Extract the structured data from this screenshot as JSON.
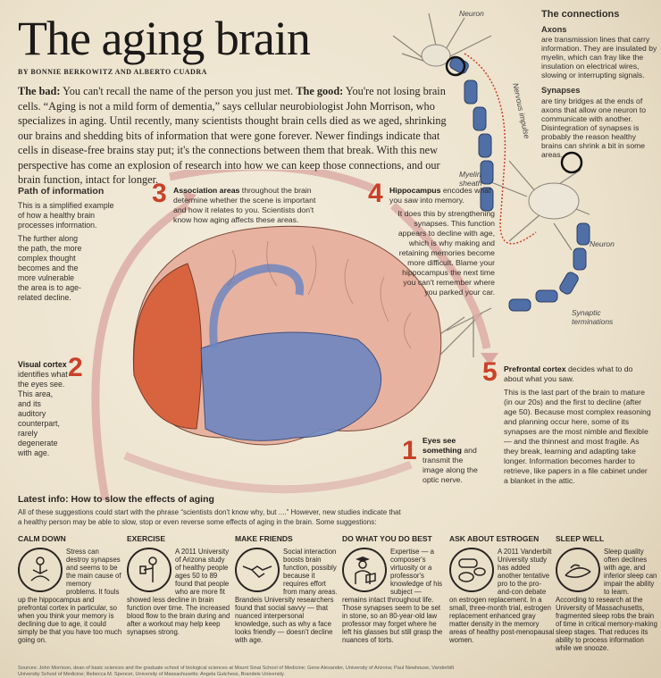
{
  "title": "The aging brain",
  "byline": "By Bonnie Berkowitz and Alberto Cuadra",
  "intro": {
    "bad_label": "The bad:",
    "bad_text": " You can't recall the name of the person you just met. ",
    "good_label": "The good:",
    "good_text": " You're not losing brain cells. “Aging is not a mild form of dementia,” says cellular neurobiologist John Morrison, who specializes in aging. Until recently, many scientists thought brain cells died as we aged, shrinking our brains and shedding bits of information that were gone forever. Newer findings indicate that cells in disease-free brains stay put; it's the connections between them that break. With this new perspective has come an explosion of research into how we can keep those connections, and our brain function, intact for longer."
  },
  "neuron": {
    "label_neuron_top": "Neuron",
    "label_myelin": "Myelin sheath",
    "label_impulse": "Nervous impulse",
    "label_neuron_bottom": "Neuron",
    "label_terminations": "Synaptic terminations"
  },
  "connections": {
    "title": "The connections",
    "axons_title": "Axons",
    "axons_text": "are transmission lines that carry information. They are insulated by myelin, which can fray like the insulation on electrical wires, slowing or interrupting signals.",
    "synapses_title": "Synapses",
    "synapses_text": "are tiny bridges at the ends of axons that allow one neuron to communicate with another. Disintegration of synapses is probably the reason healthy brains can shrink a bit in some areas."
  },
  "path": {
    "title": "Path of information",
    "p1": "This is a simplified example of how a healthy brain processes information.",
    "p2": "The further along the path, the more complex thought becomes and the more vulnerable the area is to age-related decline."
  },
  "steps": [
    {
      "num": "1",
      "title": "Eyes see something",
      "text": " and transmit the image along the optic nerve."
    },
    {
      "num": "2",
      "title": "Visual cortex",
      "text": " identifies what the eyes see. This area, and its auditory counterpart, rarely degenerate with age."
    },
    {
      "num": "3",
      "title": "Association areas",
      "text": " throughout the brain determine whether the scene is important and how it relates to you. Scientists don't know how aging affects these areas."
    },
    {
      "num": "4",
      "title": "Hippocampus",
      "text": " encodes what you saw into memory.",
      "text2": "It does this by strengthening synapses. This function appears to decline with age, which is why making and retaining memories become more difficult. Blame your hippocampus the next time you can't remember where you parked your car."
    },
    {
      "num": "5",
      "title": "Prefrontal cortex",
      "text": " decides what to do about what you saw.",
      "text2": "This is the last part of the brain to mature (in our 20s) and the first to decline (after age 50). Because most complex reasoning and planning occur here, some of its synapses are the most nimble and flexible — and the thinnest and most fragile. As they break, learning and adapting take longer. Information becomes harder to retrieve, like papers in a file cabinet under a blanket in the attic."
    }
  ],
  "latest": {
    "title": "Latest info: How to slow the effects of aging",
    "text": "All of these suggestions could start with the phrase “scientists don't know why, but ....” However, new studies indicate that a healthy person may be able to slow, stop or even reverse some effects of aging in the brain. Some suggestions:"
  },
  "tips": [
    {
      "title": "Calm down",
      "icon": "meditation-icon",
      "text": "Stress can destroy synapses and seems to be the main cause of memory problems. It fouls up the hippocampus and prefrontal cortex in particular, so when you think your memory is declining due to age, it could simply be that you have too much going on."
    },
    {
      "title": "Exercise",
      "icon": "dumbbell-icon",
      "text": "A 2011 University of Arizona study of healthy people ages 50 to 89 found that people who are more fit showed less decline in brain function over time. The increased blood flow to the brain during and after a workout may help keep synapses strong."
    },
    {
      "title": "Make friends",
      "icon": "handshake-icon",
      "text": "Social interaction boosts brain function, possibly because it requires effort from many areas. Brandeis University researchers found that social savvy — that nuanced interpersonal knowledge, such as why a face looks friendly — doesn't decline with age."
    },
    {
      "title": "Do what you do best",
      "icon": "professor-icon",
      "text": "Expertise — a composer's virtuosity or a professor's knowledge of his subject — remains intact throughout life. Those synapses seem to be set in stone, so an 80-year-old law professor may forget where he left his glasses but still grasp the nuances of torts."
    },
    {
      "title": "Ask about estrogen",
      "icon": "pills-icon",
      "text": "A 2011 Vanderbilt University study has added another tentative pro to the pro-and-con debate on estrogen replacement. In a small, three-month trial, estrogen replacement enhanced gray matter density in the memory areas of healthy post-menopausal women."
    },
    {
      "title": "Sleep well",
      "icon": "sleep-icon",
      "text": "Sleep quality often declines with age, and inferior sleep can impair the ability to learn. According to research at the University of Massachusetts, fragmented sleep robs the brain of time in critical memory-making sleep stages. That reduces its ability to process information while we snooze."
    }
  ],
  "sources": "Sources: John Morrison, dean of basic sciences and the graduate school of biological sciences at Mount Sinai School of Medicine; Gene Alexander, University of Arizona; Paul Newhouse, Vanderbilt University School of Medicine; Rebecca M. Spencer, University of Massachusetts; Angela Gutchess, Brandeis University.",
  "colors": {
    "accent": "#c84128",
    "brain": "#e7b3a0",
    "visual": "#d8643f",
    "hippo": "#6f86c0",
    "arrow": "#dba9a3",
    "paper": "#efe6d3"
  }
}
